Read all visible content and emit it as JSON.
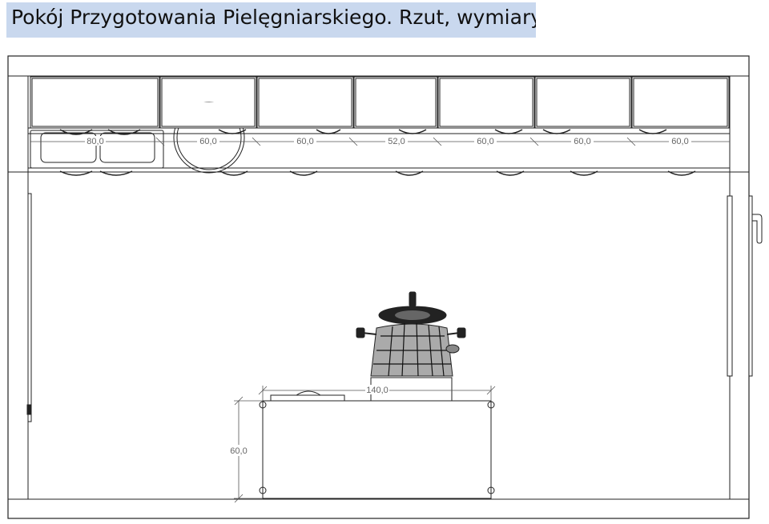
{
  "title": "Pokój Przygotowania Pielęgniarskiego. Rzut, wymiary",
  "dimensions": {
    "cabinet_1": "80,0",
    "cabinet_2": "60,0",
    "cabinet_3": "60,0",
    "cabinet_4": "52,0",
    "cabinet_5": "60,0",
    "cabinet_6": "60,0",
    "cabinet_7": "60,0",
    "desk_width": "140,0",
    "desk_depth": "60,0"
  }
}
